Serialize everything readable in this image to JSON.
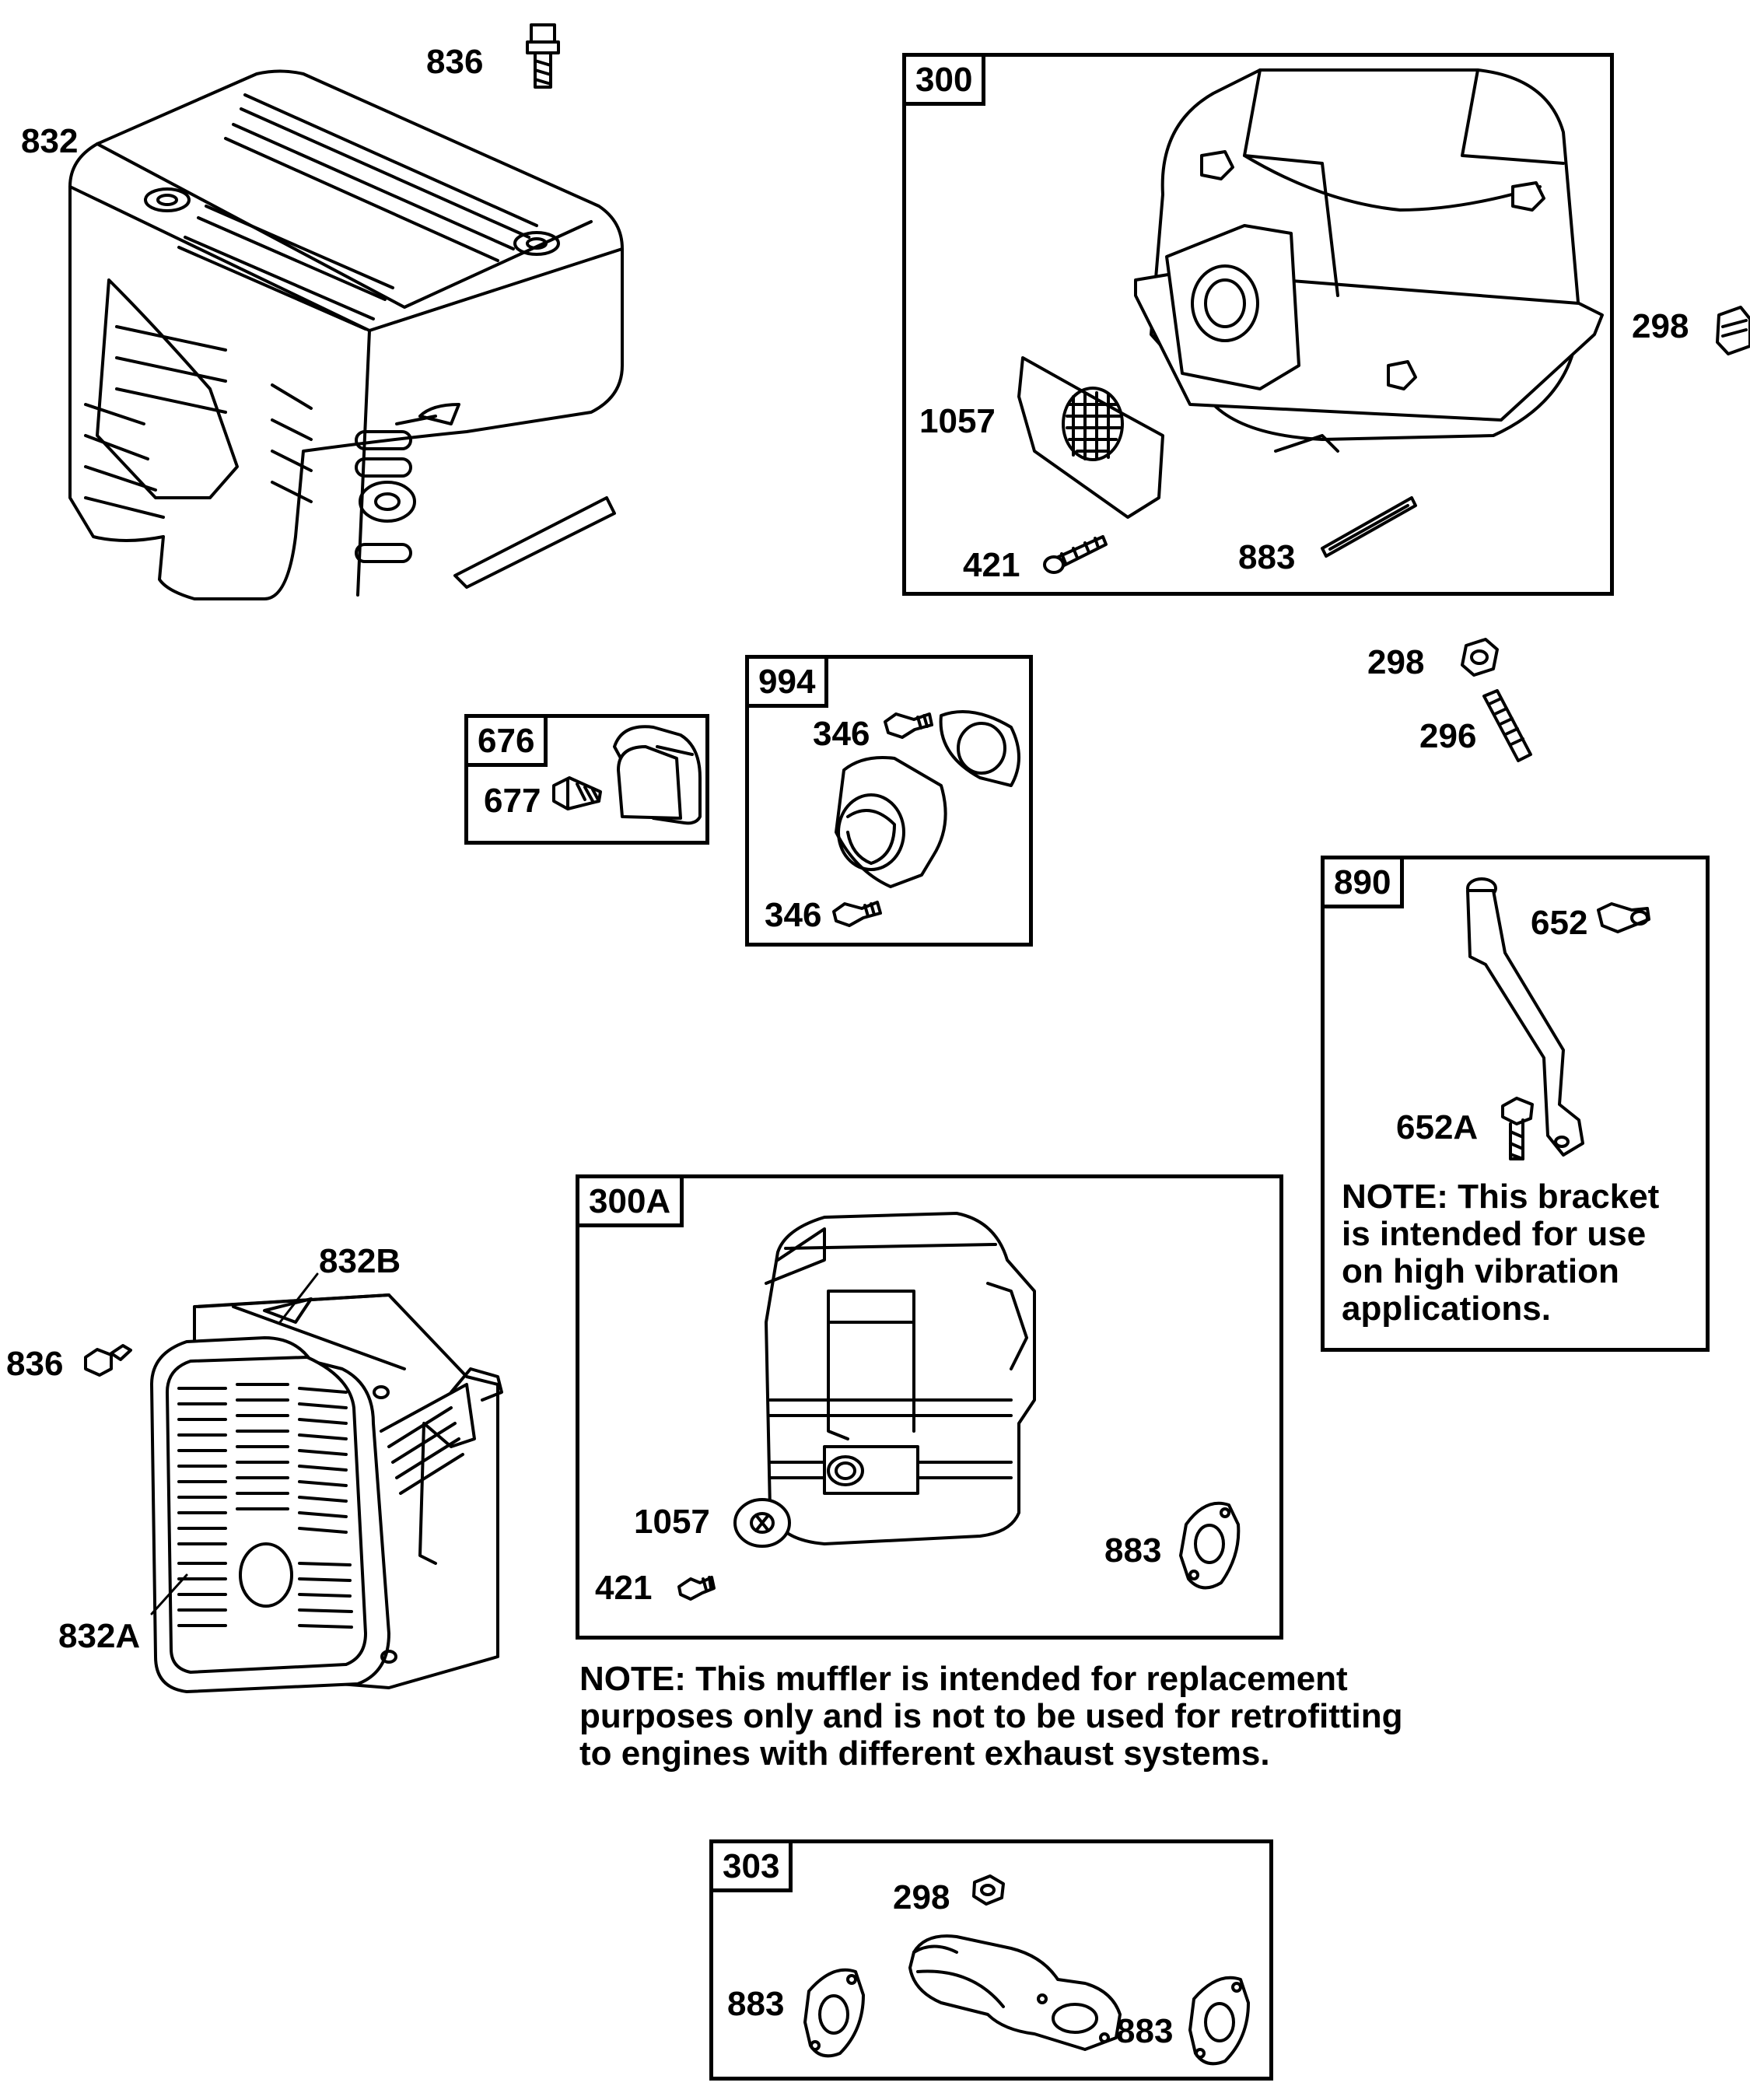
{
  "callouts": {
    "c836_top": "836",
    "c832": "832",
    "c298_right": "298",
    "c1057_a": "1057",
    "c421_a": "421",
    "c883_a": "883",
    "c298_mid": "298",
    "c296": "296",
    "c677": "677",
    "c346_top": "346",
    "c346_bottom": "346",
    "c652": "652",
    "c652a": "652A",
    "c832b": "832B",
    "c836_left": "836",
    "c832a": "832A",
    "c1057_b": "1057",
    "c421_b": "421",
    "c883_b": "883",
    "c298_303": "298",
    "c883_303_left": "883",
    "c883_303_right": "883"
  },
  "boxes": {
    "b300": "300",
    "b676": "676",
    "b994": "994",
    "b890": "890",
    "b300a": "300A",
    "b303": "303"
  },
  "notes": {
    "bracket_note": [
      "NOTE: This bracket",
      "is intended for use",
      "on high vibration",
      "applications."
    ],
    "muffler_note": [
      "NOTE: This muffler is intended for replacement",
      "purposes only and is not to be used for retrofitting",
      "to engines with different exhaust systems."
    ]
  }
}
